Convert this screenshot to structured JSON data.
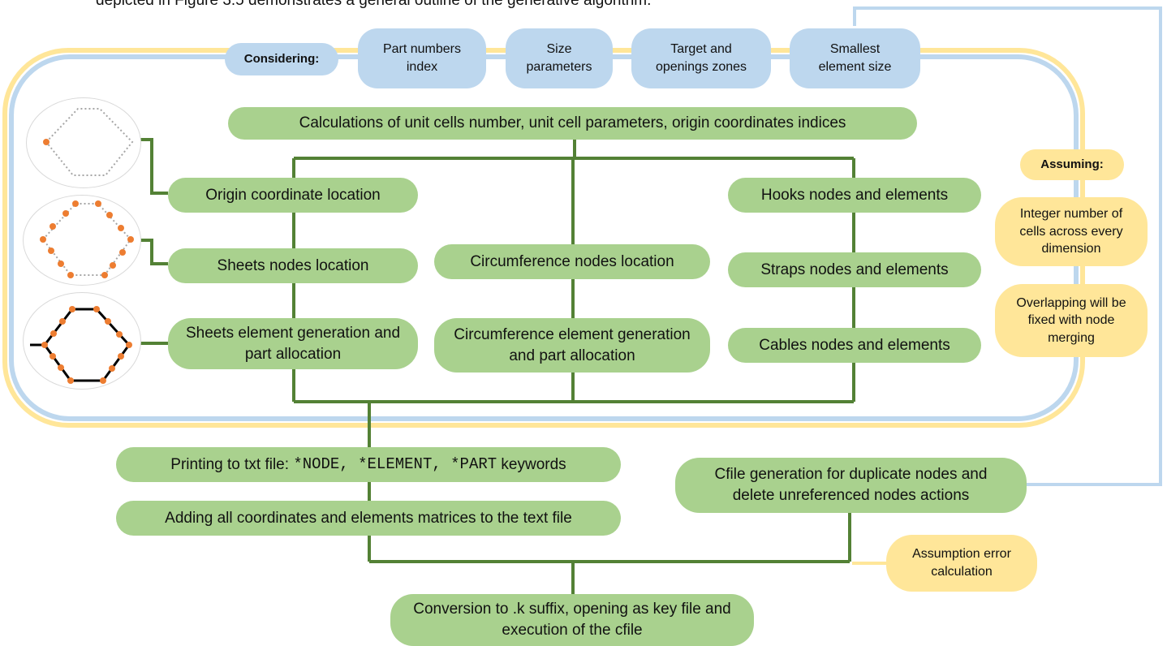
{
  "intro_text": "depicted in Figure 3.5 demonstrates a general outline of the generative algorithm.",
  "colors": {
    "green_box": "#a9d18e",
    "green_line": "#538135",
    "blue_box": "#bdd7ee",
    "yellow_box": "#ffe699",
    "node_dot": "#ed7d31"
  },
  "considering": {
    "label": "Considering:",
    "items": [
      "Part numbers index",
      "Size parameters",
      "Target and openings zones",
      "Smallest element size"
    ]
  },
  "assuming": {
    "label": "Assuming:",
    "items": [
      "Integer number of cells across every dimension",
      "Overlapping will be fixed with node merging"
    ]
  },
  "calc": "Calculations of unit cells number, unit cell parameters, origin coordinates indices",
  "left_column": [
    "Origin coordinate location",
    "Sheets nodes location",
    "Sheets element generation and part allocation"
  ],
  "middle_column": [
    "Circumference nodes location",
    "Circumference element generation and part allocation"
  ],
  "right_column": [
    "Hooks nodes and elements",
    "Straps nodes and elements",
    "Cables nodes and elements"
  ],
  "printing": {
    "prefix": "Printing to txt file: ",
    "keywords": "*NODE, *ELEMENT, *PART",
    "suffix": " keywords"
  },
  "adding": "Adding all coordinates and elements matrices to the text file",
  "cfile": "Cfile generation for duplicate nodes and delete unreferenced nodes actions",
  "assumption_error": "Assumption error calculation",
  "conversion": "Conversion to .k suffix, opening as key file and execution of the cfile"
}
